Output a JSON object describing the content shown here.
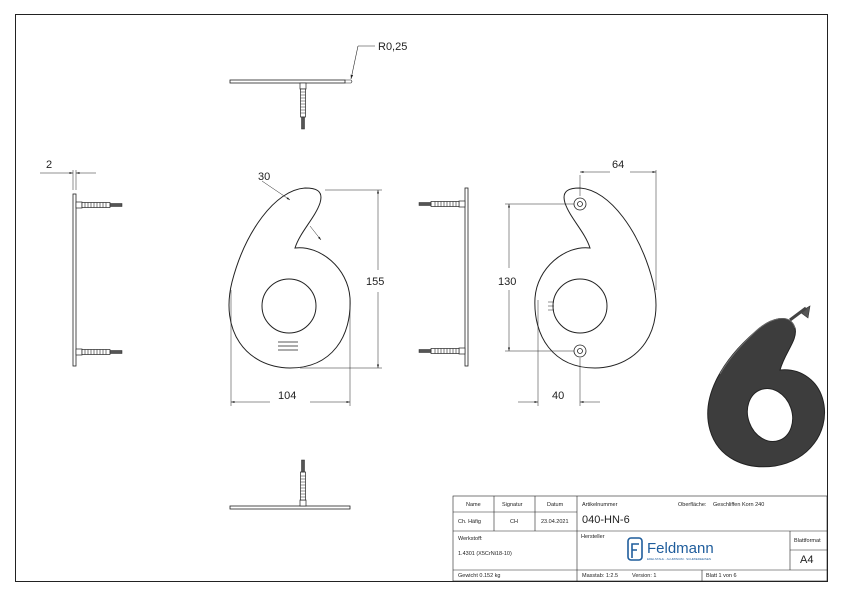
{
  "drawing": {
    "dimensions": {
      "radius": "R0,25",
      "thickness": "2",
      "top_radius": "30",
      "height": "155",
      "width": "104",
      "hole_offset": "64",
      "hole_spacing": "130",
      "hole_x": "40"
    }
  },
  "title_block": {
    "name_header": "Name",
    "signature_header": "Signatur",
    "date_header": "Datum",
    "article_label": "Artikelnummer",
    "surface_label": "Oberfläche:",
    "surface_value": "Geschliffen Korn 240",
    "author_name": "Ch. Häfig",
    "author_initials": "CH",
    "date": "23.04.2021",
    "article_number": "040-HN-6",
    "material_label": "Werkstoff:",
    "material_value": "1.4301 (X5CrNi18-10)",
    "manufacturer_label": "Hersteller",
    "brand": "Feldmann",
    "brand_tagline": "EDELSTAHL · ALUMINIUM · SCHMIEDEEISEN",
    "format_label": "Blattformat",
    "format_value": "A4",
    "weight": "Gewicht 0.152 kg",
    "scale": "Masstab: 1:2.5",
    "version": "Version: 1",
    "sheet": "Blatt 1 von 6"
  }
}
